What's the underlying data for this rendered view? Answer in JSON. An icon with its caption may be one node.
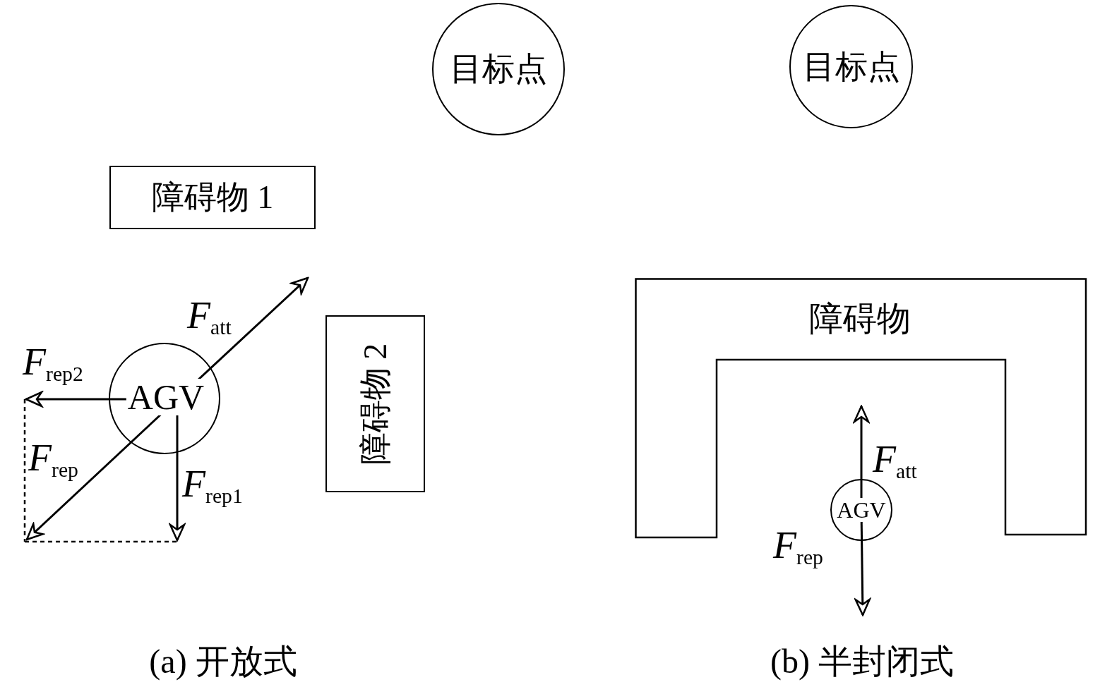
{
  "diagram": {
    "nodes": [
      {
        "text": [
          "目标点"
        ]
      },
      {
        "text": [
          "障碍物 1"
        ]
      },
      {
        "text": [
          "障碍物 2"
        ]
      },
      {
        "text": [
          "AGV"
        ]
      },
      {
        "text": [
          "目标点"
        ]
      },
      {
        "text": [
          "障碍物"
        ]
      },
      {
        "text": [
          "AGV"
        ]
      }
    ],
    "labels": [
      "*F*$_{att}$",
      "*F*$_{rep2}$",
      "*F*$_{rep}$",
      "*F*$_{rep1}$",
      "*F*$_{att}$",
      "*F*$_{rep}$",
      "(a) 开放式",
      "(b) 半封闭式"
    ]
  }
}
